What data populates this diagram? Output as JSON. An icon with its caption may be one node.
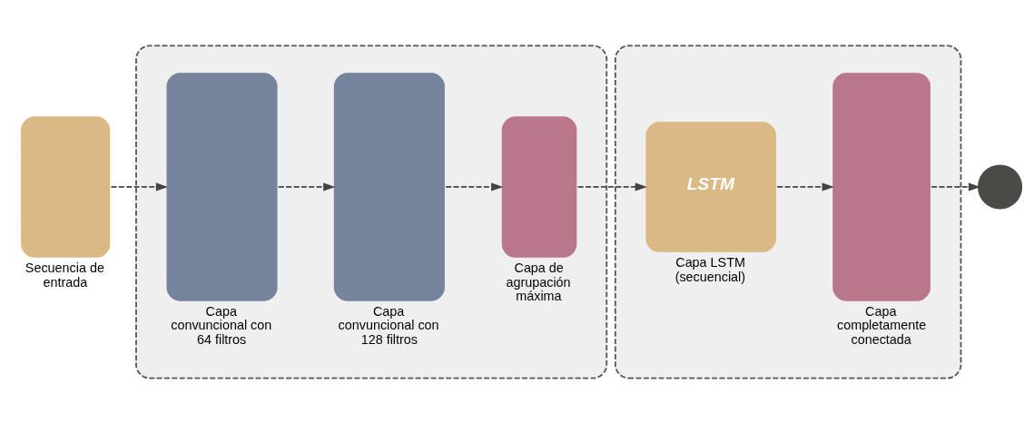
{
  "diagram": {
    "nodes": [
      {
        "text": [],
        "shape": "box",
        "beside": [
          "Secuencia de entrada"
        ]
      },
      {
        "text": [],
        "shape": "box"
      },
      {
        "text": [],
        "shape": "box",
        "in": 1,
        "beside": [
          "Capa convuncional con 64 filtros"
        ]
      },
      {
        "text": [],
        "shape": "box",
        "in": 1,
        "beside": [
          "Capa convuncional con 128 filtros"
        ]
      },
      {
        "text": [],
        "shape": "box",
        "in": 1,
        "beside": [
          "Capa de agrupación máxima"
        ]
      },
      {
        "text": [],
        "shape": "box"
      },
      {
        "text": [
          "LSTM"
        ],
        "in": 5,
        "beside": [
          "Capa LSTM (secuencial)"
        ]
      },
      {
        "text": [],
        "shape": "box",
        "in": 5,
        "beside": [
          "Capa completamente conectada"
        ]
      },
      {
        "text": [],
        "shape": "circle"
      }
    ],
    "edges": [
      {
        "from": 0,
        "to": 2,
        "arrow": "to",
        "style": "dashed"
      },
      {
        "from": 2,
        "to": 3,
        "arrow": "to",
        "style": "dashed"
      },
      {
        "from": 3,
        "to": 4,
        "arrow": "to",
        "style": "dashed"
      },
      {
        "from": 4,
        "to": 6,
        "arrow": "to",
        "style": "dashed"
      },
      {
        "from": 6,
        "to": 7,
        "arrow": "to",
        "style": "dashed"
      },
      {
        "from": 7,
        "to": 8,
        "arrow": "to",
        "style": "dashed"
      }
    ]
  }
}
